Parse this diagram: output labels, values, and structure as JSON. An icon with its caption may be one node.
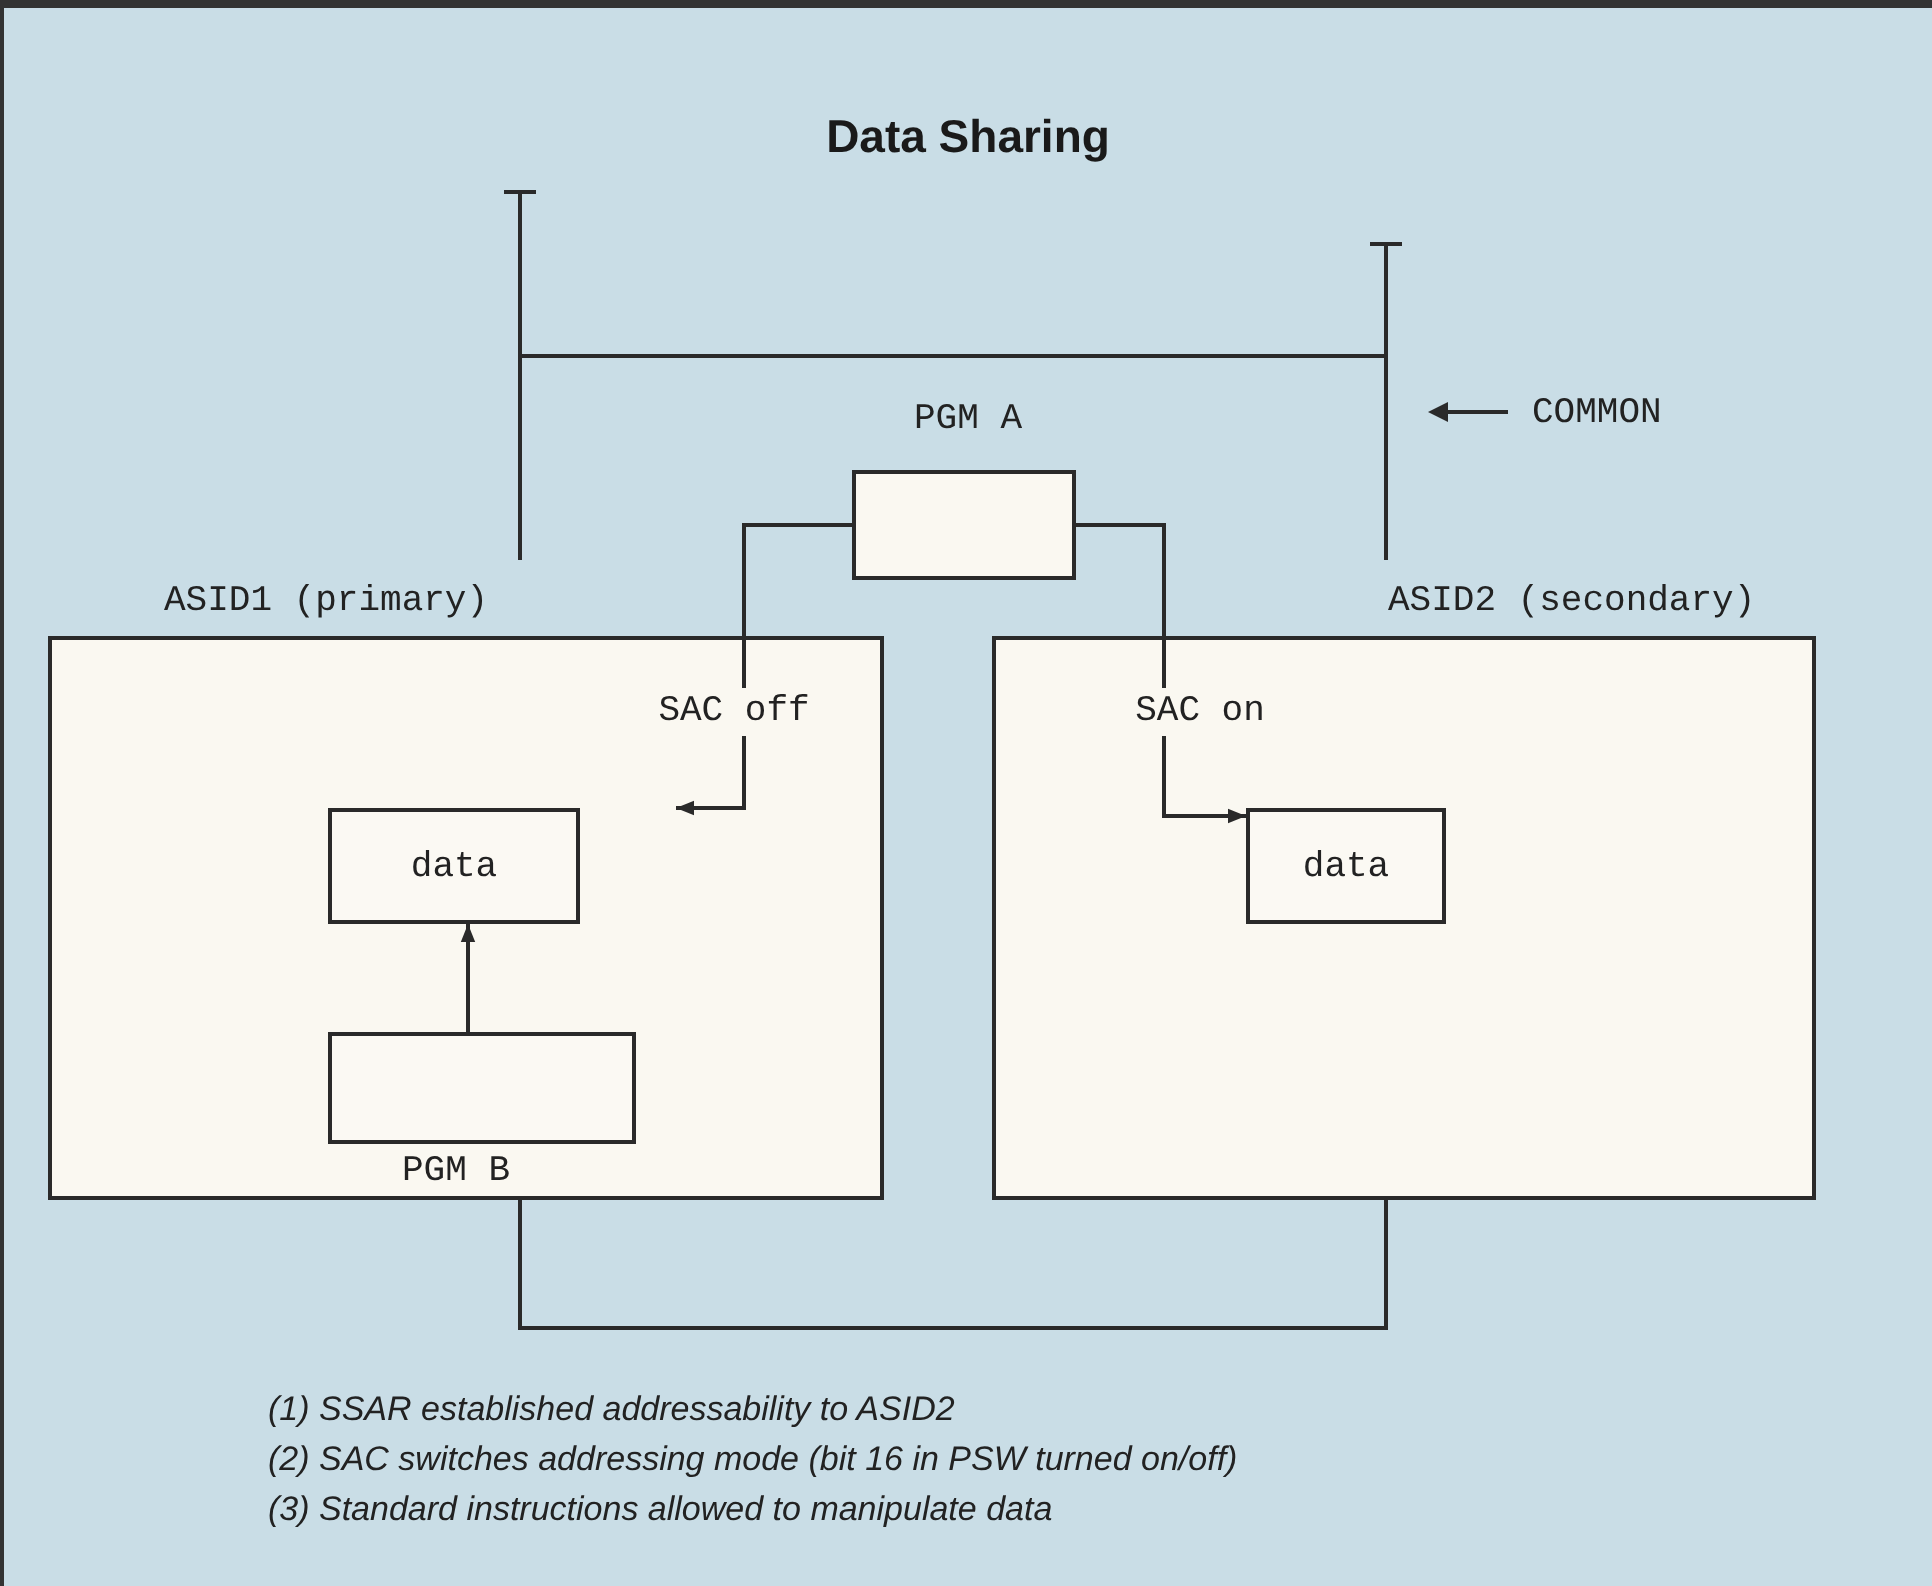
{
  "diagram": {
    "title": "Data Sharing",
    "nodes": [
      {
        "text": [
          "ASID1 (primary)"
        ]
      },
      {
        "text": [
          "ASID2 (secondary)"
        ]
      },
      {
        "text": [
          "PGM A"
        ]
      },
      {
        "text": [
          "data"
        ],
        "in": 0
      },
      {
        "text": [
          "PGM B"
        ],
        "in": 0
      },
      {
        "text": [
          "data"
        ],
        "in": 1
      }
    ],
    "edges": [
      {
        "from": 2,
        "to": null,
        "arrow": "to",
        "label": "SAC off"
      },
      {
        "from": 2,
        "to": 5,
        "arrow": "to",
        "label": "SAC on"
      },
      {
        "from": 4,
        "to": 3,
        "arrow": "to"
      },
      {
        "from": 0,
        "to": 1,
        "arrow": "none"
      }
    ],
    "labels": [
      "COMMON",
      "(1) SSAR established addressability to ASID2",
      "(2) SAC switches addressing mode (bit 16 in PSW turned on/off)",
      "(3) Standard instructions allowed to manipulate data"
    ]
  }
}
